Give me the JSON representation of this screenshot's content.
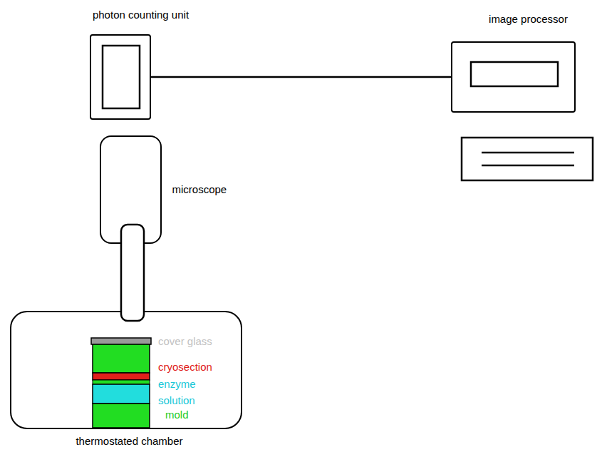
{
  "diagram": {
    "nodes": [
      {
        "text": [
          "photon counting unit"
        ]
      },
      {
        "text": [
          "image processor"
        ]
      },
      {
        "text": [
          "microscope"
        ]
      },
      {
        "text": [
          "thermostated chamber"
        ]
      }
    ],
    "edges": [
      {
        "from": 0,
        "to": 1,
        "arrow": "none"
      }
    ],
    "labels": [
      "cover glass",
      "cryosection",
      "enzyme",
      "solution",
      "mold"
    ]
  }
}
